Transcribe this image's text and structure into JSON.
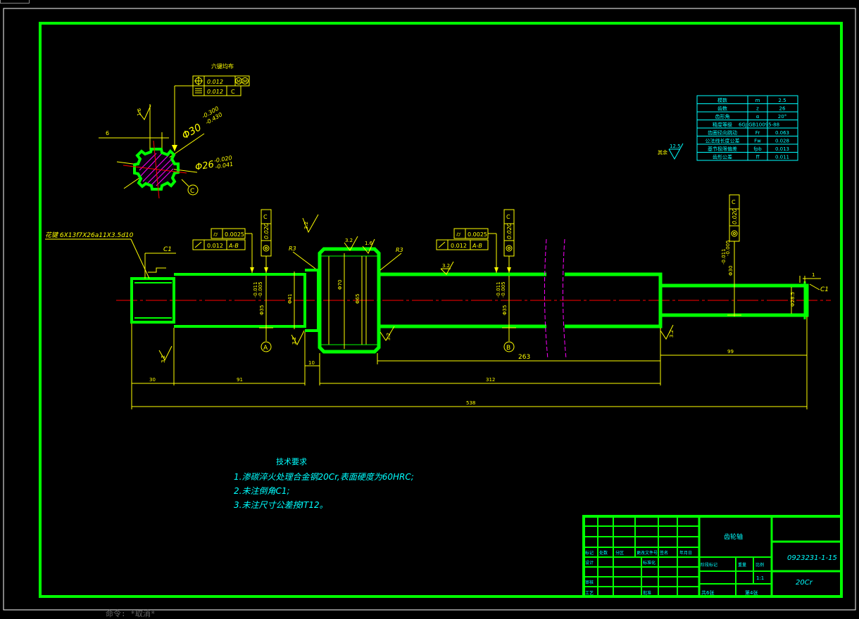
{
  "drawing": {
    "spline_callout": "花键 6X13f7X26a11X3.5d10",
    "spline_section_title": "六键均布",
    "section_tol1": "0.012",
    "section_tol2": "0.012",
    "section_datum": "C",
    "dim_outer": "Φ30",
    "dim_outer_tol_upper": "-0.300",
    "dim_outer_tol_lower": "-0.430",
    "dim_inner": "Φ26",
    "dim_inner_tol_upper": "-0.020",
    "dim_inner_tol_lower": "-0.041",
    "dim_key_width": "6",
    "roughness_16": "1.6",
    "datum_c": "C",
    "chamfer_left": "C1",
    "chamfer_right": "C1",
    "tol_frame_a_flatness": "0.0025",
    "tol_frame_a_runout": "0.012",
    "tol_frame_a_datum": "A-B",
    "tol_frame_b_flatness": "0.0025",
    "tol_frame_b_runout": "0.012",
    "tol_frame_b_datum": "A-B",
    "vert_tol_1": "0.020",
    "vert_tol_2": "0.020",
    "vert_tol_3": "0.020",
    "vert_datum": "C",
    "roughness_32": "3.2",
    "roughness_125": "12.5",
    "other_label": "其余",
    "radius_r3": "R3",
    "dim_phi35": "Φ35",
    "dim_phi41": "Φ41",
    "dim_phi70": "Φ70",
    "dim_phi65": "Φ65",
    "dim_phi285": "Φ28.5",
    "dim_phi30_right": "Φ30",
    "tol_011": "-0.011",
    "tol_005": "-0.005",
    "datum_a": "A",
    "datum_b": "B",
    "dim_30": "30",
    "dim_91": "91",
    "dim_10": "10",
    "dim_263": "263",
    "dim_312": "312",
    "dim_99": "99",
    "dim_538": "538",
    "dim_1": "1"
  },
  "gear_params": {
    "rows": [
      {
        "name": "模数",
        "sym": "m",
        "val": "2.5"
      },
      {
        "name": "齿数",
        "sym": "z",
        "val": "26"
      },
      {
        "name": "齿形角",
        "sym": "α",
        "val": "20°"
      },
      {
        "name": "精度等级",
        "sym": "",
        "val": "6GJ GB10095-88"
      },
      {
        "name": "齿圈径向跳动",
        "sym": "Fr",
        "val": "0.063"
      },
      {
        "name": "公法线长度公差",
        "sym": "Fw",
        "val": "0.028"
      },
      {
        "name": "基节极限偏差",
        "sym": "fpb",
        "val": "0.013"
      },
      {
        "name": "齿形公差",
        "sym": "ff",
        "val": "0.011"
      }
    ]
  },
  "tech_req": {
    "title": "技术要求",
    "line1": "1.渗碳淬火处理合金钢20Cr,表面硬度为60HRC;",
    "line2": "2.未注倒角C1;",
    "line3": "3.未注尺寸公差按IT12。"
  },
  "title_block": {
    "part_name": "齿轮轴",
    "drawing_no": "0923231-1-15",
    "material": "20Cr",
    "scale": "1:1",
    "sheet_total": "共6张",
    "sheet_no": "第4张",
    "r_label_1": "标记",
    "r_label_2": "处数",
    "r_label_3": "分区",
    "r_label_4": "更改文件号",
    "r_label_5": "签名",
    "r_label_6": "年月日",
    "design": "设计",
    "standardize": "标准化",
    "stage_mark": "阶段标记",
    "weight": "重量",
    "ratio": "比例",
    "review": "审核",
    "process": "工艺",
    "approve": "批准"
  },
  "status": {
    "command": "命令: *取消*"
  },
  "colors": {
    "border": "#00ff00",
    "text": "#00ffff",
    "dim": "#ffff00",
    "center": "#ff0000",
    "hatch": "#ff00ff",
    "white": "#ffffff"
  }
}
